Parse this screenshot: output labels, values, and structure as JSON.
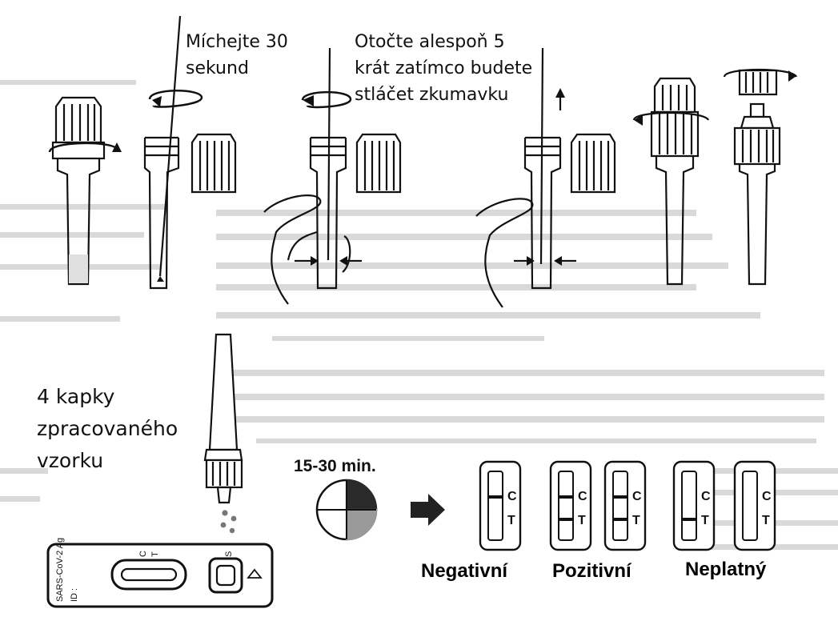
{
  "steps": [
    {
      "id": "stir",
      "caption": "Míchejte 30\nsekund"
    },
    {
      "id": "rotate",
      "caption": "Otočte alespoň 5\nkrát zatímco budete\nstláčet zkumavku"
    },
    {
      "id": "drops",
      "caption": "4 kapky\nzpracovaného\nvzorku"
    }
  ],
  "timer": {
    "label": "15-30 min."
  },
  "cassette": {
    "brand": "SARS-CoV-2 Ag",
    "id_label": "ID :",
    "c_label": "C",
    "t_label": "T",
    "s_label": "S"
  },
  "results": [
    {
      "label": "Negativní",
      "strips": [
        {
          "c_line": true,
          "t_line": false
        }
      ]
    },
    {
      "label": "Pozitivní",
      "strips": [
        {
          "c_line": true,
          "t_line": true
        },
        {
          "c_line": true,
          "t_line": true
        }
      ]
    },
    {
      "label": "Neplatný",
      "strips": [
        {
          "c_line": false,
          "t_line": true
        },
        {
          "c_line": false,
          "t_line": false
        }
      ]
    }
  ],
  "strip_letters": {
    "c": "C",
    "t": "T"
  },
  "colors": {
    "ink": "#111111",
    "ghost_text": "#cfcfcf",
    "timer_dark": "#2a2a2a",
    "timer_light": "#9a9a9a"
  }
}
